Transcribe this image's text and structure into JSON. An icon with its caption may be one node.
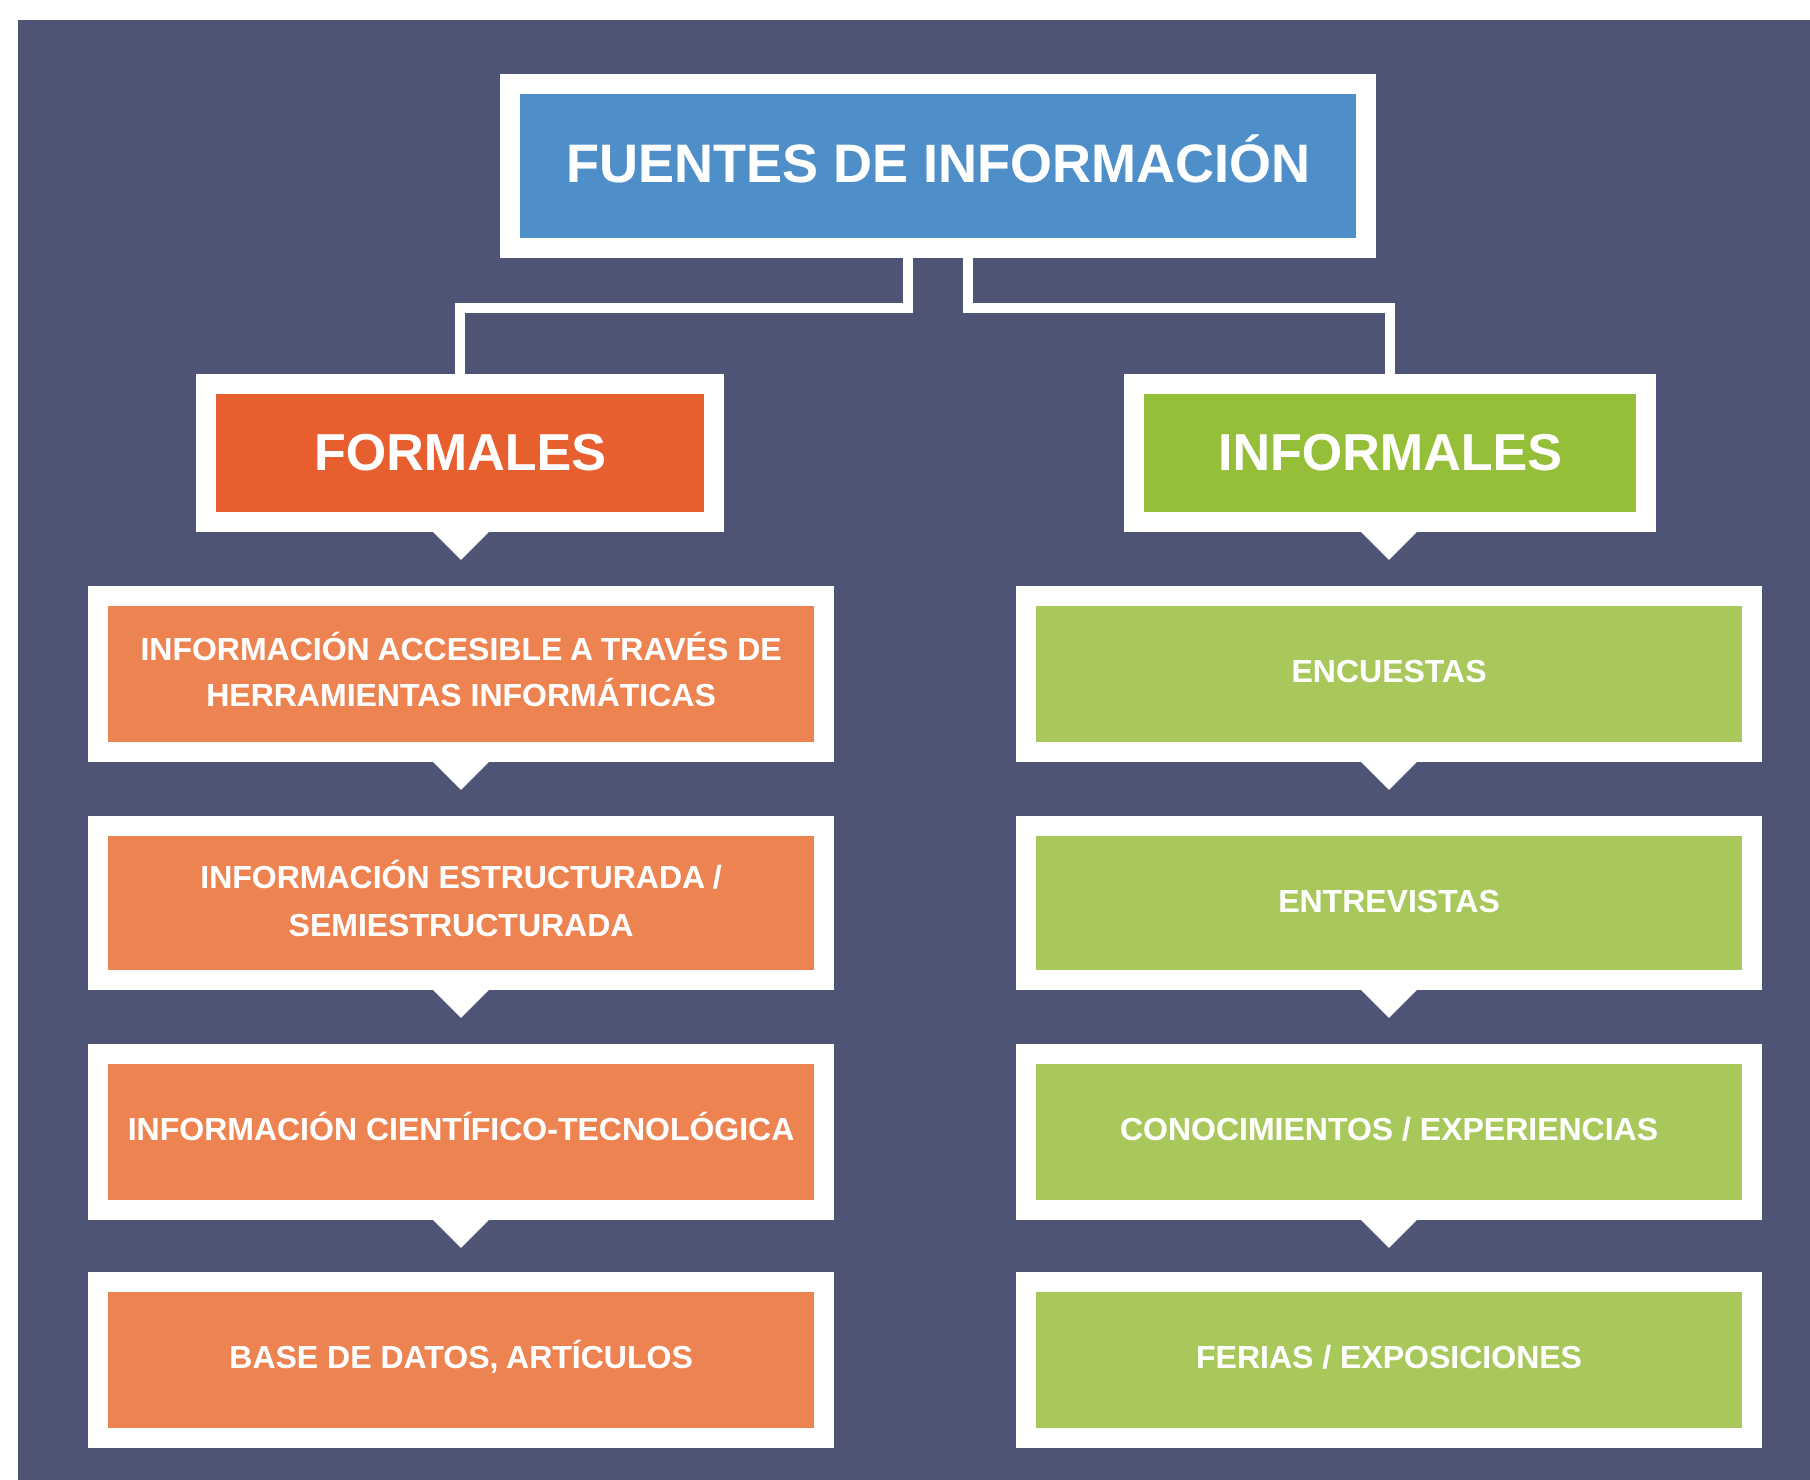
{
  "diagram": {
    "nodes": [
      {
        "text": [
          "FUENTES DE INFORMACIÓN"
        ]
      },
      {
        "text": [
          "FORMALES"
        ]
      },
      {
        "text": [
          "INFORMALES"
        ]
      },
      {
        "text": [
          "INFORMACIÓN ACCESIBLE A TRAVÉS DE HERRAMIENTAS INFORMÁTICAS"
        ]
      },
      {
        "text": [
          "INFORMACIÓN ESTRUCTURADA / SEMIESTRUCTURADA"
        ]
      },
      {
        "text": [
          "INFORMACIÓN CIENTÍFICO-TECNOLÓGICA"
        ]
      },
      {
        "text": [
          "BASE DE DATOS, ARTÍCULOS"
        ]
      },
      {
        "text": [
          "ENCUESTAS"
        ]
      },
      {
        "text": [
          "ENTREVISTAS"
        ]
      },
      {
        "text": [
          "CONOCIMIENTOS / EXPERIENCIAS"
        ]
      },
      {
        "text": [
          "FERIAS / EXPOSICIONES"
        ]
      }
    ],
    "edges": [
      {
        "from": 0,
        "to": 1,
        "arrow": "none"
      },
      {
        "from": 0,
        "to": 2,
        "arrow": "none"
      },
      {
        "from": 1,
        "to": 3,
        "arrow": "to"
      },
      {
        "from": 3,
        "to": 4,
        "arrow": "to"
      },
      {
        "from": 4,
        "to": 5,
        "arrow": "to"
      },
      {
        "from": 5,
        "to": 6,
        "arrow": "to"
      },
      {
        "from": 2,
        "to": 7,
        "arrow": "to"
      },
      {
        "from": 7,
        "to": 8,
        "arrow": "to"
      },
      {
        "from": 8,
        "to": 9,
        "arrow": "to"
      },
      {
        "from": 9,
        "to": 10,
        "arrow": "to"
      }
    ]
  }
}
